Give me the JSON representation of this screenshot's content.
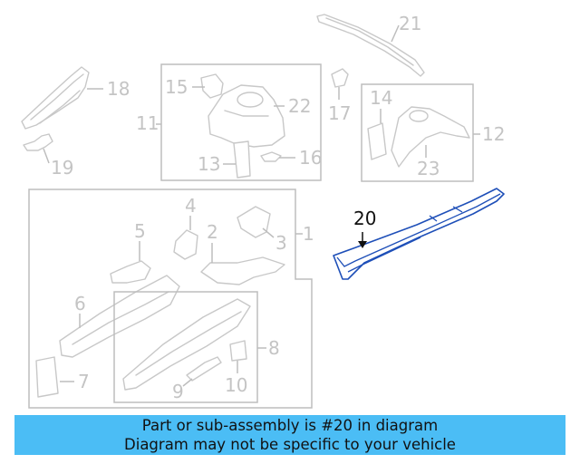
{
  "callouts": {
    "n1": "1",
    "n2": "2",
    "n3": "3",
    "n4": "4",
    "n5": "5",
    "n6": "6",
    "n7": "7",
    "n8": "8",
    "n9": "9",
    "n10": "10",
    "n11": "11",
    "n12": "12",
    "n13": "13",
    "n14": "14",
    "n15": "15",
    "n16": "16",
    "n17": "17",
    "n18": "18",
    "n19": "19",
    "n20": "20",
    "n21": "21",
    "n22": "22",
    "n23": "23"
  },
  "highlight": {
    "part": "20",
    "color": "#1e4fb8"
  },
  "banner": {
    "line1": "Part or sub-assembly is #20 in diagram",
    "line2": "Diagram may not be specific to your vehicle",
    "color": "#4bbdf5"
  }
}
